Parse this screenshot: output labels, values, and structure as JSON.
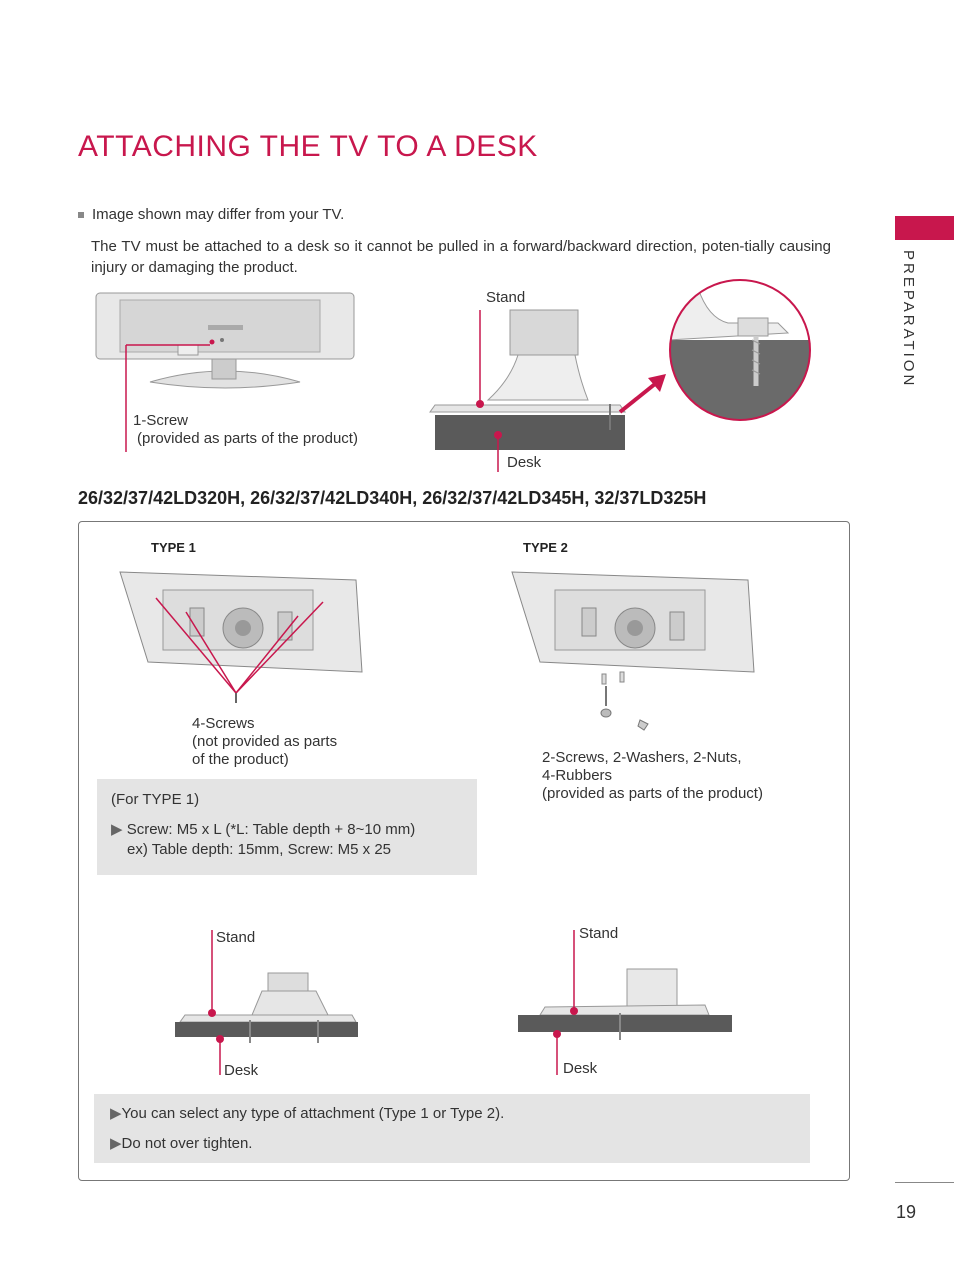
{
  "title": "ATTACHING THE TV TO A DESK",
  "side_tab": "PREPARATION",
  "note": "Image shown may differ from your TV.",
  "intro": "The TV must be attached to a desk so it cannot be pulled in a forward/backward direction, poten-tially causing injury or damaging the product.",
  "top_fig": {
    "screw_label_1": "1-Screw",
    "screw_label_2": "(provided as parts of the product)",
    "stand": "Stand",
    "desk": "Desk"
  },
  "models": "26/32/37/42LD320H, 26/32/37/42LD340H, 26/32/37/42LD345H, 32/37LD325H",
  "type1": {
    "label": "TYPE 1",
    "screws_1": "4-Screws",
    "screws_2": "(not provided as parts",
    "screws_3": "of the product)",
    "info_title": "(For TYPE 1)",
    "info_line1": "Screw: M5 x L (*L: Table depth + 8~10 mm)",
    "info_line2": "ex) Table depth: 15mm, Screw: M5 x 25",
    "stand": "Stand",
    "desk": "Desk"
  },
  "type2": {
    "label": "TYPE 2",
    "parts_1": "2-Screws, 2-Washers, 2-Nuts,",
    "parts_2": "4-Rubbers",
    "parts_3": "(provided as parts of the product)",
    "stand": "Stand",
    "desk": "Desk"
  },
  "bottom_notes": [
    "You can select any type of attachment (Type 1 or Type 2).",
    "Do not over tighten."
  ],
  "page_number": "19",
  "colors": {
    "accent": "#c8174d",
    "desk": "#5a5a5a",
    "panel": "#e4e4e4"
  }
}
